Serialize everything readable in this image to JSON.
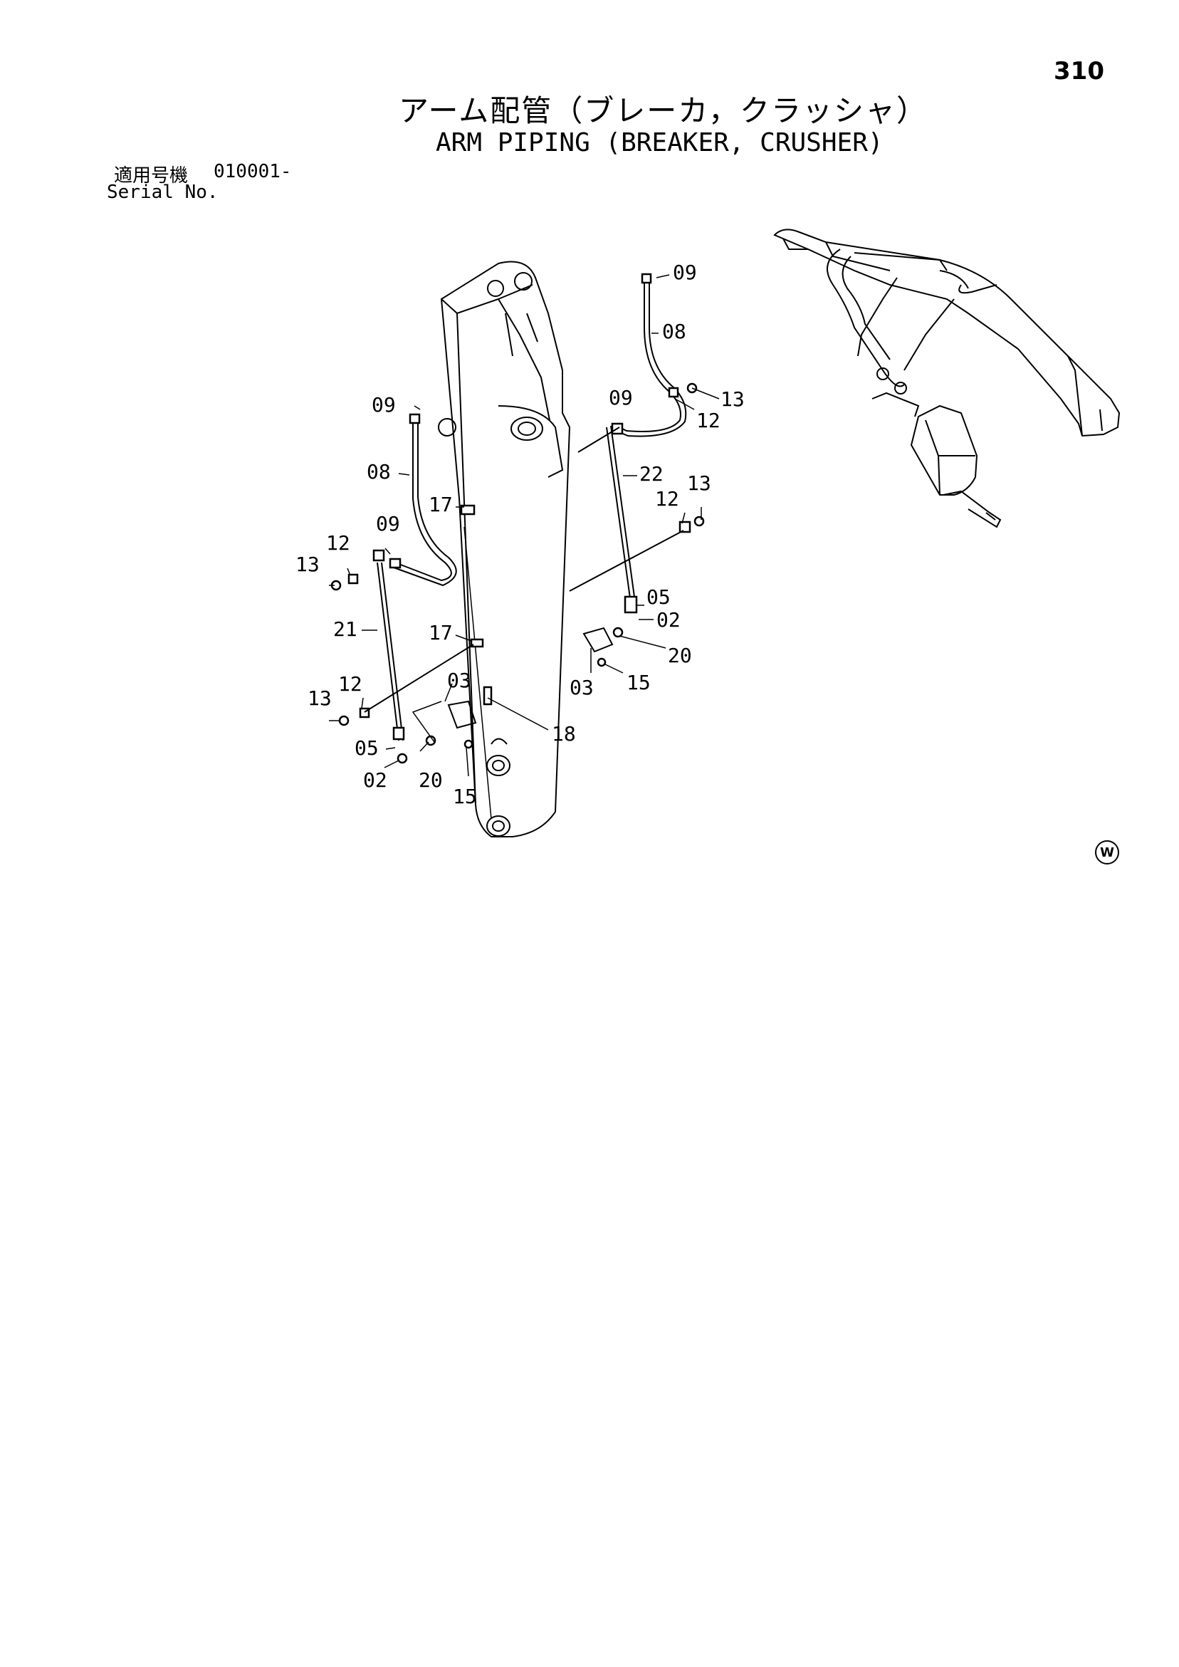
{
  "page_number": "310",
  "title": {
    "japanese": "アーム配管（ブレーカ，クラッシャ）",
    "english": "ARM PIPING (BREAKER, CRUSHER)"
  },
  "serial": {
    "label_jp": "適用号機",
    "value": "010001-",
    "label_en": "Serial No."
  },
  "part_labels": {
    "p09_top": "09",
    "p08_right": "08",
    "p09_mid": "09",
    "p13_right": "13",
    "p12_right": "12",
    "p22": "22",
    "p12_r2": "12",
    "p13_r2": "13",
    "p05_right": "05",
    "p02_right": "02",
    "p20_right": "20",
    "p03_right": "03",
    "p15_right": "15",
    "p18": "18",
    "p09_left": "09",
    "p08_left": "08",
    "p17_top": "17",
    "p09_left2": "09",
    "p12_left": "12",
    "p13_left": "13",
    "p21": "21",
    "p17_mid": "17",
    "p03_left": "03",
    "p12_left2": "12",
    "p13_left2": "13",
    "p05_left": "05",
    "p02_left": "02",
    "p20_left": "20",
    "p15_left": "15"
  },
  "watermark": "W"
}
